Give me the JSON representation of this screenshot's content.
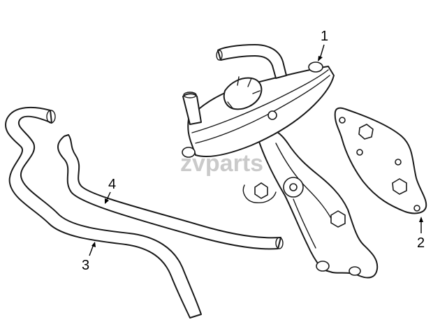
{
  "callouts": [
    {
      "id": "1",
      "label": "1"
    },
    {
      "id": "2",
      "label": "2"
    },
    {
      "id": "3",
      "label": "3"
    },
    {
      "id": "4",
      "label": "4"
    }
  ],
  "watermark": "zvparts",
  "colors": {
    "line": "#1a1a1a",
    "watermark": "#b9b9b9",
    "background": "#ffffff"
  }
}
